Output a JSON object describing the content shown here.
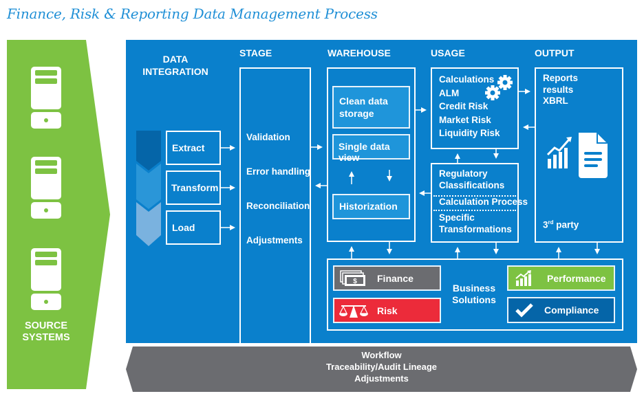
{
  "title": "Finance, Risk & Reporting Data Management Process",
  "source_systems": {
    "label_line1": "SOURCE",
    "label_line2": "SYSTEMS",
    "icons": [
      "server-icon",
      "server-icon",
      "server-icon"
    ],
    "color": "#7dc242"
  },
  "data_integration": {
    "header_line1": "DATA",
    "header_line2": "INTEGRATION",
    "steps": [
      "Extract",
      "Transform",
      "Load"
    ]
  },
  "stage": {
    "header": "STAGE",
    "items": [
      "Validation",
      "Error handling",
      "Reconciliation",
      "Adjustments"
    ]
  },
  "warehouse": {
    "header": "WAREHOUSE",
    "clean_line1": "Clean data",
    "clean_line2": "storage",
    "single_view": "Single data view",
    "historization": "Historization"
  },
  "usage": {
    "header": "USAGE",
    "calculations": [
      "Calculations",
      "ALM",
      "Credit Risk",
      "Market Risk",
      "Liquidity Risk"
    ],
    "regulatory_line1": "Regulatory",
    "regulatory_line2": "Classifications",
    "calc_process": "Calculation Process",
    "specific_line1": "Specific",
    "specific_line2": "Transformations"
  },
  "output": {
    "header": "OUTPUT",
    "items": [
      "Reports",
      "results",
      "XBRL"
    ],
    "third_party_prefix": "3",
    "third_party_sup": "rd",
    "third_party_suffix": " party"
  },
  "business_solutions": {
    "label_line1": "Business",
    "label_line2": "Solutions",
    "finance": {
      "label": "Finance",
      "icon": "money-icon",
      "color": "#6b6c70"
    },
    "risk": {
      "label": "Risk",
      "icon": "scales-icon",
      "color": "#ec2b3a"
    },
    "performance": {
      "label": "Performance",
      "icon": "growth-chart-icon",
      "color": "#7dc242"
    },
    "compliance": {
      "label": "Compliance",
      "icon": "checkmark-icon",
      "color": "#0565a8"
    }
  },
  "footer": {
    "lines": [
      "Workflow",
      "Traceability/Audit Lineage",
      "Adjustments"
    ],
    "color": "#6b6c70"
  },
  "colors": {
    "panel_blue": "#0a80cc",
    "title_blue": "#1f8fd6"
  }
}
